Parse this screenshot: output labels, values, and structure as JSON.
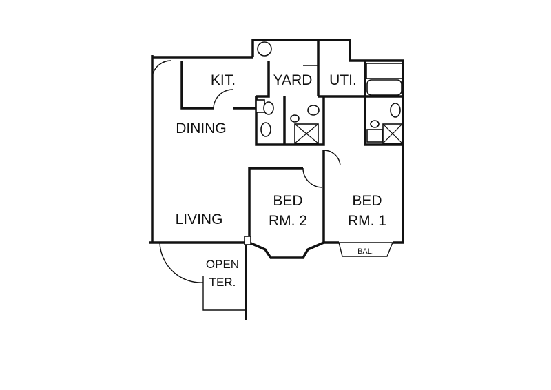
{
  "rooms": {
    "kit": "KIT.",
    "yard": "YARD",
    "uti": "UTI.",
    "dining": "DINING",
    "living": "LIVING",
    "bed2_line1": "BED",
    "bed2_line2": "RM. 2",
    "bed1_line1": "BED",
    "bed1_line2": "RM. 1",
    "bal": "BAL.",
    "open_ter_line1": "OPEN",
    "open_ter_line2": "TER."
  }
}
